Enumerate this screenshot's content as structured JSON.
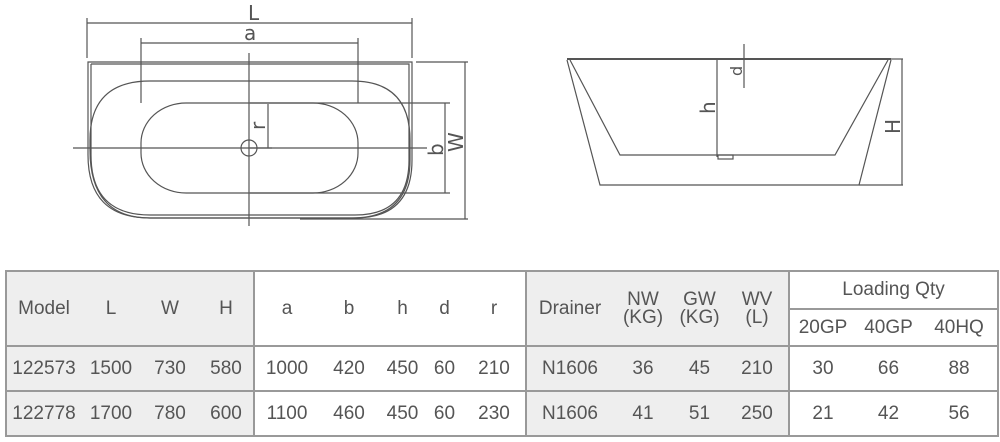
{
  "drawing": {
    "top_view_labels": {
      "L": "L",
      "a": "a",
      "r": "r",
      "b": "b",
      "W": "W"
    },
    "side_view_labels": {
      "h": "h",
      "d": "d",
      "H": "H"
    },
    "line_color": "#555555"
  },
  "table": {
    "headers": {
      "model": "Model",
      "L": "L",
      "W": "W",
      "H": "H",
      "a": "a",
      "b": "b",
      "h": "h",
      "d": "d",
      "r": "r",
      "drainer": "Drainer",
      "nw": "NW",
      "nw_unit": "(KG)",
      "gw": "GW",
      "gw_unit": "(KG)",
      "wv": "WV",
      "wv_unit": "(L)",
      "loading_qty": "Loading Qty",
      "gp20": "20GP",
      "gp40": "40GP",
      "hq40": "40HQ"
    },
    "rows": [
      {
        "model": "122573",
        "L": "1500",
        "W": "730",
        "H": "580",
        "a": "1000",
        "b": "420",
        "h": "450",
        "d": "60",
        "r": "210",
        "drainer": "N1606",
        "nw": "36",
        "gw": "45",
        "wv": "210",
        "gp20": "30",
        "gp40": "66",
        "hq40": "88"
      },
      {
        "model": "122778",
        "L": "1700",
        "W": "780",
        "H": "600",
        "a": "1100",
        "b": "460",
        "h": "450",
        "d": "60",
        "r": "230",
        "drainer": "N1606",
        "nw": "41",
        "gw": "51",
        "wv": "250",
        "gp20": "21",
        "gp40": "42",
        "hq40": "56"
      }
    ],
    "shade_color": "#eeeeee"
  }
}
